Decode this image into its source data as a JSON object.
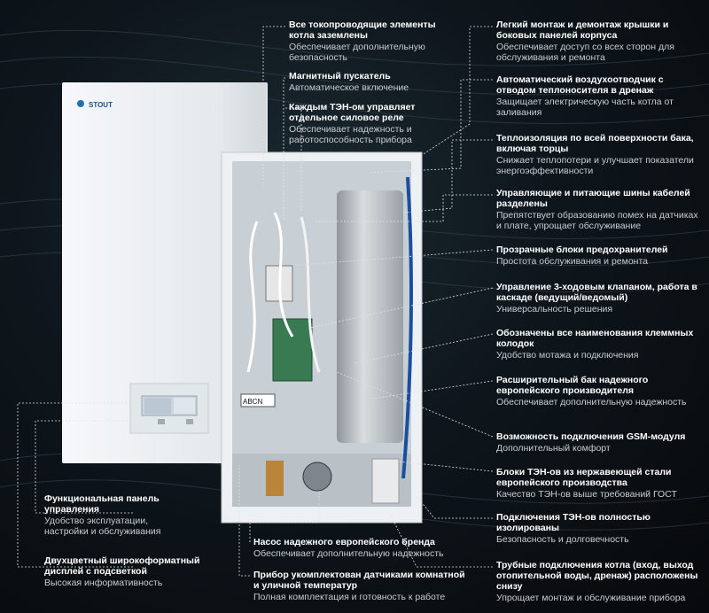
{
  "brand": "STOUT",
  "left_features": [
    {
      "title": "Функциональная панель управления",
      "desc": "Удобство эксплуатации, настройки и обслуживания"
    },
    {
      "title": "Двухцветный широкоформатный дисплей с подсветкой",
      "desc": "Высокая информативность"
    }
  ],
  "center_features": [
    {
      "title": "Все токопроводящие элементы котла заземлены",
      "desc": "Обеспечивает дополнительную безопасность"
    },
    {
      "title": "Магнитный пускатель",
      "desc": "Автоматическое включение"
    },
    {
      "title": "Каждым ТЭН-ом управляет отдельное силовое реле",
      "desc": "Обеспечивает надежность и работоспособность прибора"
    },
    {
      "title": "Насос надежного европейского бренда",
      "desc": "Обеспечивает дополнительную надежность"
    },
    {
      "title": "Прибор укомплектован датчиками комнатной и уличной температур",
      "desc": "Полная комплектация и готовность к работе"
    }
  ],
  "right_features": [
    {
      "title": "Легкий монтаж и демонтаж крышки и боковых панелей корпуса",
      "desc": "Обеспечивает доступ со всех сторон для обслуживания и ремонта"
    },
    {
      "title": "Автоматический воздухоотводчик с отводом теплоносителя в дренаж",
      "desc": "Защищает электрическую часть котла от заливания"
    },
    {
      "title": "Теплоизоляция по всей поверхности бака, включая торцы",
      "desc": "Снижает теплопотери и улучшает показатели энергоэффективности"
    },
    {
      "title": "Управляющие и питающие шины кабелей разделены",
      "desc": "Препятствует образованию помех на датчиках и плате, упрощает обслуживание"
    },
    {
      "title": "Прозрачные блоки предохранителей",
      "desc": "Простота обслуживания и ремонта"
    },
    {
      "title": "Управление 3-ходовым клапаном, работа в каскаде (ведущий/ведомый)",
      "desc": "Универсальность решения"
    },
    {
      "title": "Обозначены все наименования клеммных колодок",
      "desc": "Удобство мотажа и подключения"
    },
    {
      "title": "Расширительный бак надежного европейского производителя",
      "desc": "Обеспечивает дополнительную надежность"
    },
    {
      "title": "Возможность подключения GSM-модуля",
      "desc": "Дополнительный комфорт"
    },
    {
      "title": "Блоки ТЭН-ов из нержавеющей стали европейского производства",
      "desc": "Качество ТЭН-ов выше требований ГОСТ"
    },
    {
      "title": "Подключения ТЭН-ов полностью изолированы",
      "desc": "Безопасность и долговечность"
    },
    {
      "title": "Трубные подключения котла (вход, выход отопительной воды, дренаж) расположены снизу",
      "desc": "Упрощает монтаж и обслуживание прибора"
    }
  ],
  "terminal_label": "ABCN"
}
